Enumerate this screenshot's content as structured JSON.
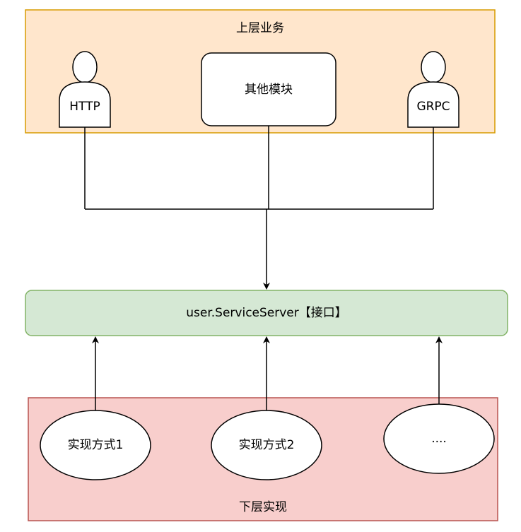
{
  "upper": {
    "title": "上层业务",
    "actors": [
      {
        "label": "HTTP"
      },
      {
        "label": "GRPC"
      }
    ],
    "module": "其他模块"
  },
  "interface": {
    "label": "user.ServiceServer【接口】"
  },
  "lower": {
    "title": "下层实现",
    "impls": [
      {
        "label": "实现方式1"
      },
      {
        "label": "实现方式2"
      },
      {
        "label": "...."
      }
    ]
  },
  "colors": {
    "upper_fill": "#ffe6cc",
    "upper_stroke": "#d79b00",
    "interface_fill": "#d5e8d4",
    "interface_stroke": "#82b366",
    "lower_fill": "#f8cecc",
    "lower_stroke": "#b85450",
    "line": "#000000"
  }
}
